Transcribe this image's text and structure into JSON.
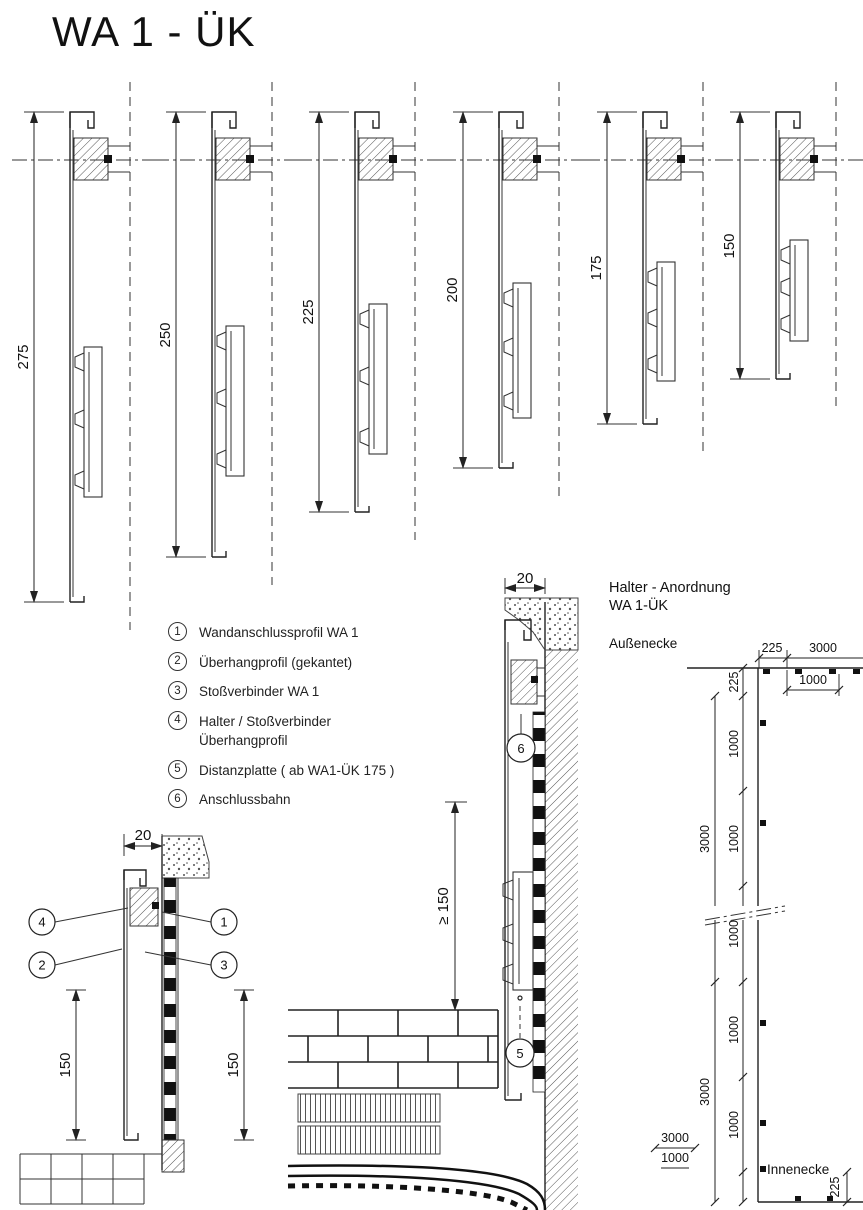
{
  "title": "WA 1 - ÜK",
  "profiles": [
    {
      "height": "275"
    },
    {
      "height": "250"
    },
    {
      "height": "225"
    },
    {
      "height": "200"
    },
    {
      "height": "175"
    },
    {
      "height": "150"
    }
  ],
  "legend": {
    "items": [
      {
        "num": "1",
        "line1": "Wandanschlussprofil  WA 1",
        "line2": ""
      },
      {
        "num": "2",
        "line1": "Überhangprofil (gekantet)",
        "line2": ""
      },
      {
        "num": "3",
        "line1": "Stoßverbinder  WA 1",
        "line2": ""
      },
      {
        "num": "4",
        "line1": "Halter / Stoßverbinder",
        "line2": "Überhangprofil"
      },
      {
        "num": "5",
        "line1": "Distanzplatte  ( ab WA1-ÜK 175 )",
        "line2": ""
      },
      {
        "num": "6",
        "line1": "Anschlussbahn",
        "line2": ""
      }
    ]
  },
  "detail_left": {
    "dim_top": "20",
    "dim_left": "150",
    "dim_right": "150",
    "callout_1": "1",
    "callout_2": "2",
    "callout_3": "3",
    "callout_4": "4"
  },
  "detail_mid": {
    "dim_top": "20",
    "dim_height": "≥ 150",
    "callout_5": "5",
    "callout_6": "6"
  },
  "halter": {
    "title1": "Halter - Anordnung",
    "title2": "WA 1-ÜK",
    "aussenecke": "Außenecke",
    "innenecke": "Innenecke",
    "top_225": "225",
    "top_3000": "3000",
    "top_1000": "1000",
    "v_225_top": "225",
    "v_1000_a": "1000",
    "v_1000_b": "1000",
    "v_1000_c": "1000",
    "v_1000_d": "1000",
    "v_1000_e": "1000",
    "v_3000_a": "3000",
    "v_3000_b": "3000",
    "bot_3000": "3000",
    "bot_1000": "1000",
    "bot_225": "225"
  }
}
